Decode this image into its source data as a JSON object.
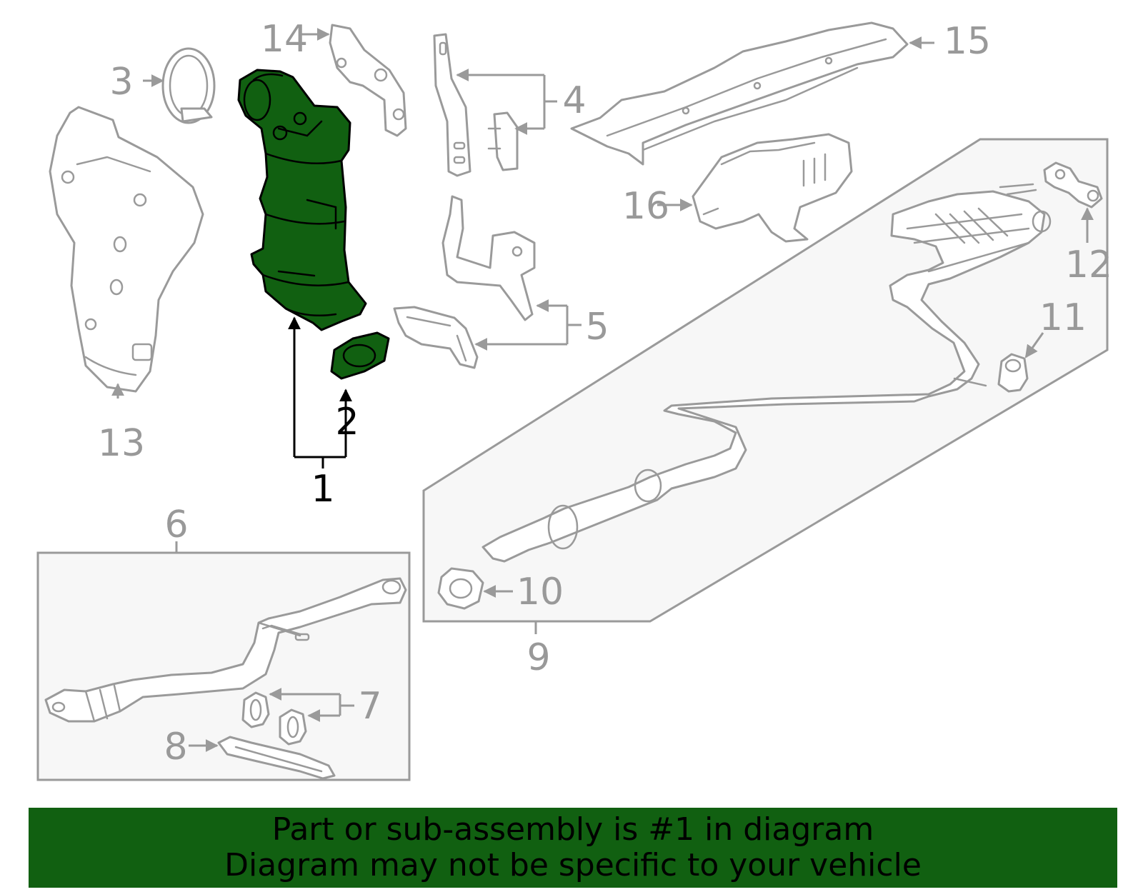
{
  "colors": {
    "highlight": "#116011",
    "banner_bg": "#116011",
    "parts_gray": "#9a9a9a",
    "box_fill": "#f7f7f7"
  },
  "callouts": {
    "c1": "1",
    "c2": "2",
    "c3": "3",
    "c4": "4",
    "c5": "5",
    "c6": "6",
    "c7": "7",
    "c8": "8",
    "c9": "9",
    "c10": "10",
    "c11": "11",
    "c12": "12",
    "c13": "13",
    "c14": "14",
    "c15": "15",
    "c16": "16"
  },
  "banner": {
    "line1": "Part or sub-assembly is #1 in diagram",
    "line2": "Diagram may not be specific to your vehicle"
  }
}
